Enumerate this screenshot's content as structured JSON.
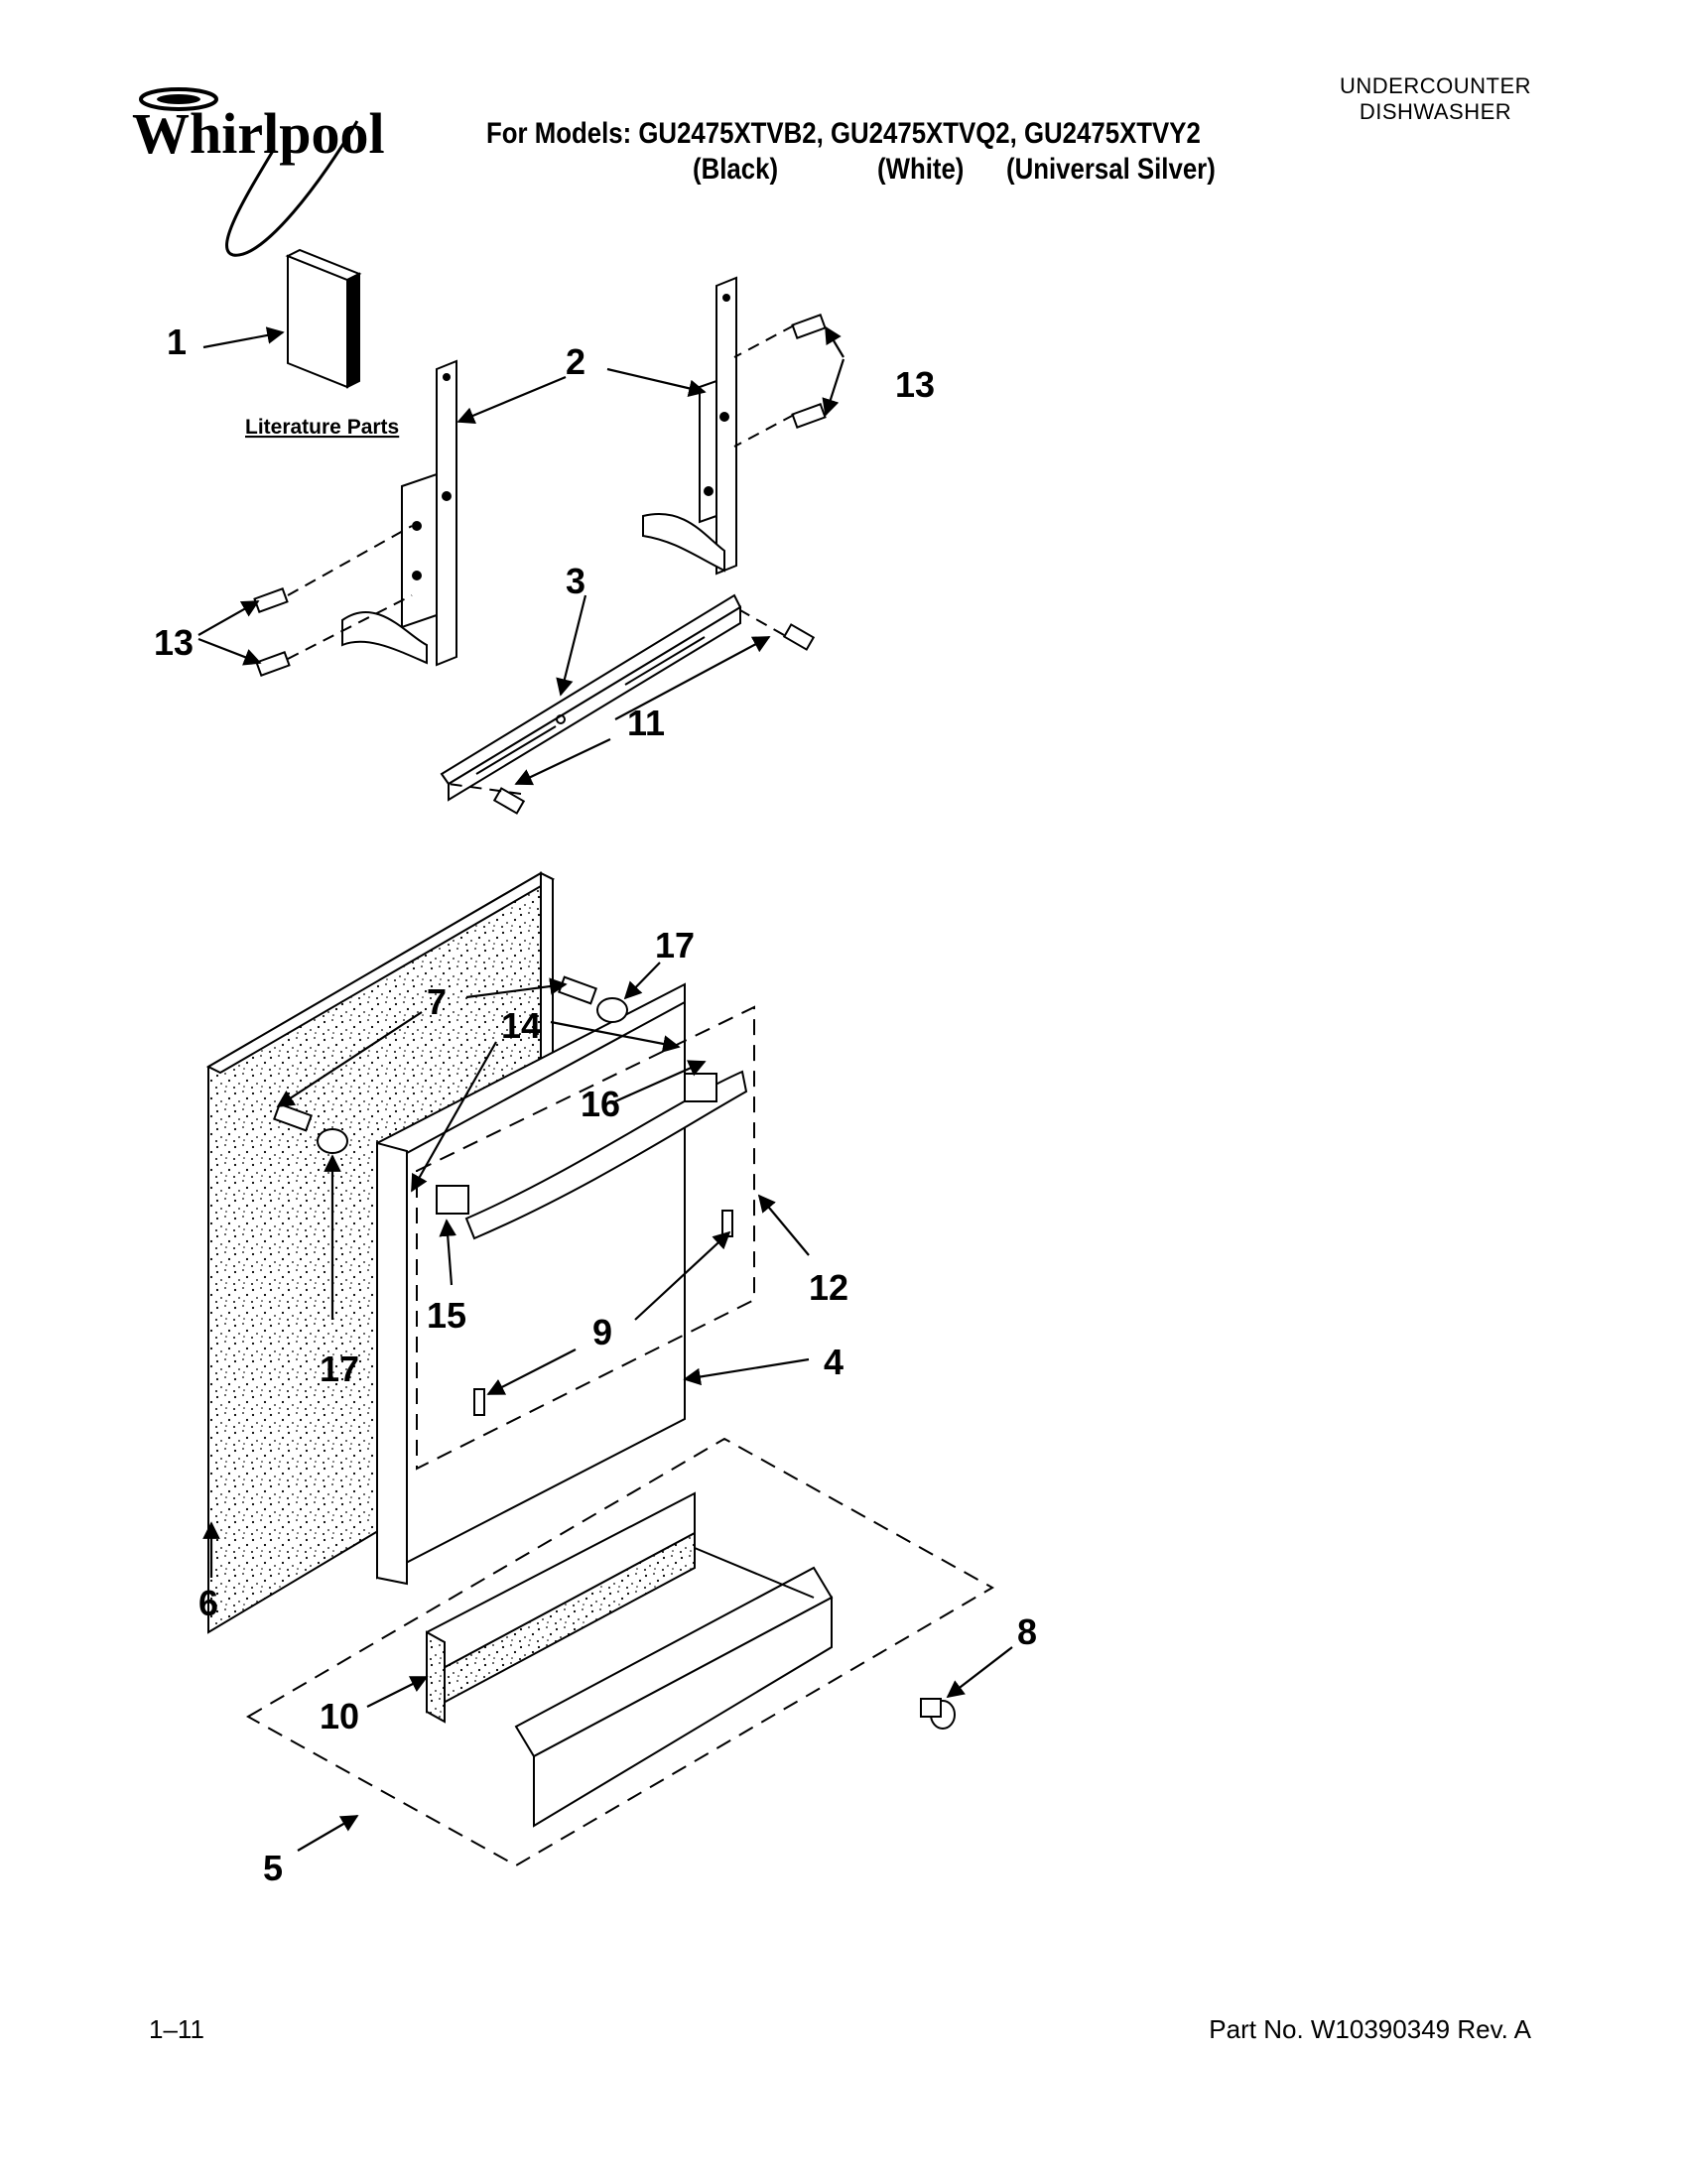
{
  "header": {
    "brand": "Whirlpool",
    "models_line": "For Models: GU2475XTVB2, GU2475XTVQ2, GU2475XTVY2",
    "variants": [
      "(Black)",
      "(White)",
      "(Universal Silver)"
    ],
    "appliance_type": [
      "UNDERCOUNTER",
      "DISHWASHER"
    ]
  },
  "diagram": {
    "literature_label": "Literature Parts",
    "callouts": [
      "1",
      "2",
      "13",
      "13",
      "3",
      "11",
      "17",
      "7",
      "14",
      "16",
      "17",
      "15",
      "12",
      "9",
      "4",
      "6",
      "8",
      "10",
      "5"
    ]
  },
  "footer": {
    "page_number": "1–11",
    "part_number": "Part No. W10390349 Rev. A"
  }
}
